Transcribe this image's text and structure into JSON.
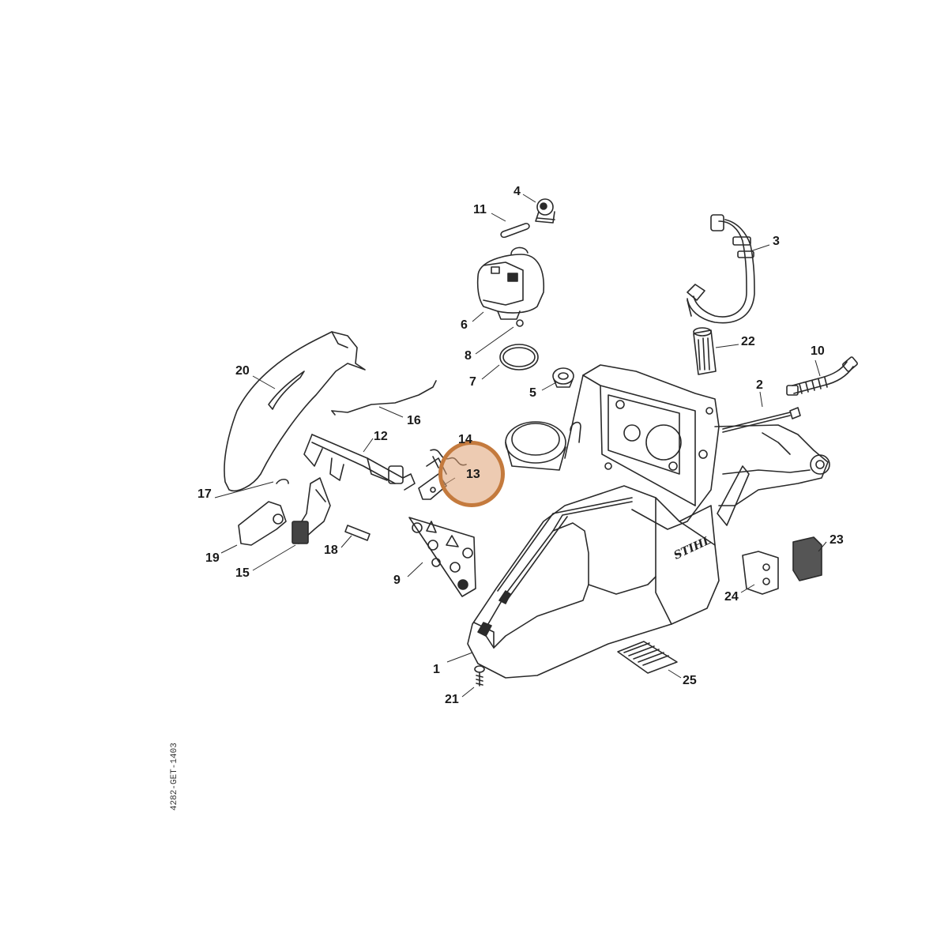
{
  "diagram": {
    "callouts": {
      "c1": "1",
      "c2": "2",
      "c3": "3",
      "c4": "4",
      "c5": "5",
      "c6": "6",
      "c7": "7",
      "c8": "8",
      "c9": "9",
      "c10": "10",
      "c11": "11",
      "c12": "12",
      "c13": "13",
      "c14": "14",
      "c15": "15",
      "c16": "16",
      "c17": "17",
      "c18": "18",
      "c19": "19",
      "c20": "20",
      "c21": "21",
      "c22": "22",
      "c23": "23",
      "c24": "24",
      "c25": "25"
    },
    "brand_mark": "STIHL",
    "drawing_code": "4282-GET-1403",
    "colors": {
      "line": "#2a2a2a",
      "highlight_fill": "#dea073",
      "highlight_ring": "#c47a3d",
      "dark_part": "#555555"
    }
  }
}
